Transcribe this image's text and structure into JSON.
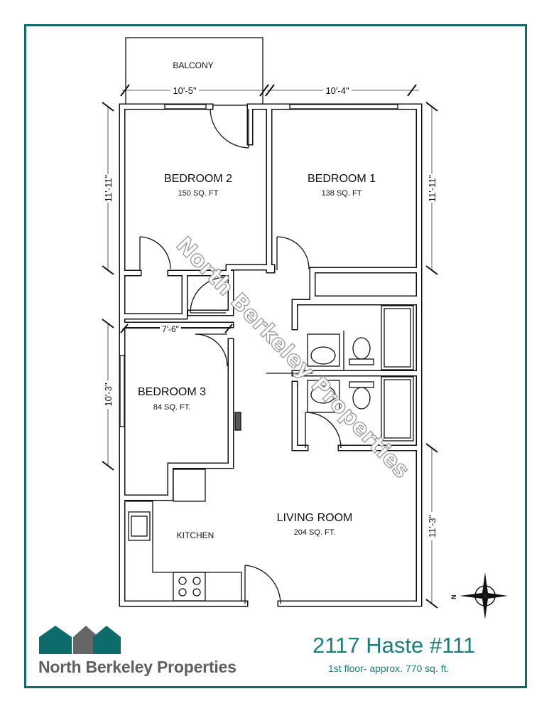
{
  "rooms": {
    "balcony": "BALCONY",
    "bedroom2": {
      "name": "BEDROOM 2",
      "area": "150 SQ. FT"
    },
    "bedroom1": {
      "name": "BEDROOM 1",
      "area": "138 SQ. FT"
    },
    "bedroom3": {
      "name": "BEDROOM 3",
      "area": "84 SQ. FT."
    },
    "living": {
      "name": "LIVING ROOM",
      "area": "204 SQ. FT."
    },
    "kitchen": "KITCHEN"
  },
  "dimensions": {
    "top_left": "10'-5\"",
    "top_right": "10'-4\"",
    "left_upper": "11'-11\"",
    "right_upper": "11'-11\"",
    "left_lower": "10'-3\"",
    "bedroom3_width": "7'-6\"",
    "right_lower": "11'-3\""
  },
  "compass": {
    "north_label": "N"
  },
  "watermark": "North Berkeley Properties",
  "footer": {
    "company": "North Berkeley Properties",
    "address": "2117 Haste #111",
    "subtitle": "1st floor- approx. 770 sq. ft."
  },
  "colors": {
    "brand_teal": "#0e6b6b",
    "brand_gray": "#5f5f5f"
  }
}
